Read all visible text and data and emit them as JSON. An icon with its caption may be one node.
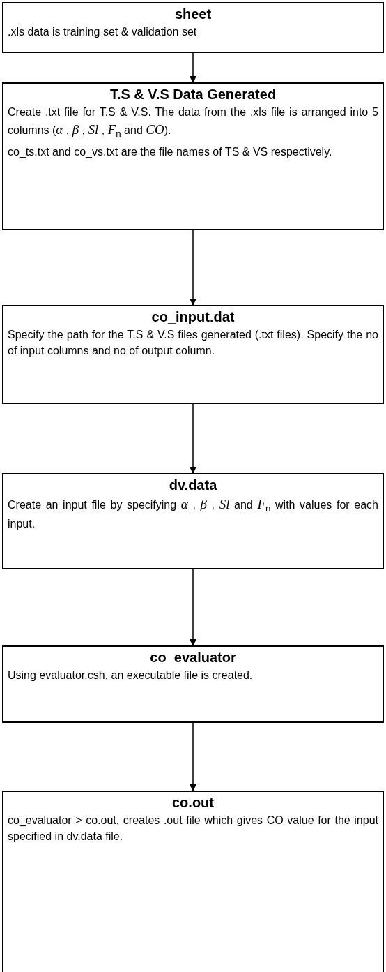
{
  "diagram": {
    "nodes": [
      {
        "text": [
          "sheet",
          ".xls data is training set & validation set"
        ]
      },
      {
        "text": [
          "T.S & V.S Data Generated",
          "Create .txt file for T.S & V.S. The data from the .xls file is arranged into 5 columns (*α* , *β* , *Sl* , *F*$_{n}$ and *CO*).",
          "co_ts.txt and co_vs.txt are the file names of TS & VS respectively."
        ]
      },
      {
        "text": [
          "co_input.dat",
          "Specify the path for the T.S & V.S files generated (.txt files). Specify the no of input columns and no of output column."
        ]
      },
      {
        "text": [
          "dv.data",
          "Create an input file by specifying *α* , *β* , *Sl* and *F*$_{n}$ with values for each input."
        ]
      },
      {
        "text": [
          "co_evaluator",
          "Using evaluator.csh, an executable file is created."
        ]
      },
      {
        "text": [
          "co.out",
          "co_evaluator > co.out, creates .out file which gives CO value for the input specified in dv.data file."
        ]
      }
    ],
    "edges": [
      {
        "from": 0,
        "to": 1,
        "arrow": "to"
      },
      {
        "from": 1,
        "to": 2,
        "arrow": "to"
      },
      {
        "from": 2,
        "to": 3,
        "arrow": "to"
      },
      {
        "from": 3,
        "to": 4,
        "arrow": "to"
      },
      {
        "from": 4,
        "to": 5,
        "arrow": "to"
      }
    ]
  }
}
